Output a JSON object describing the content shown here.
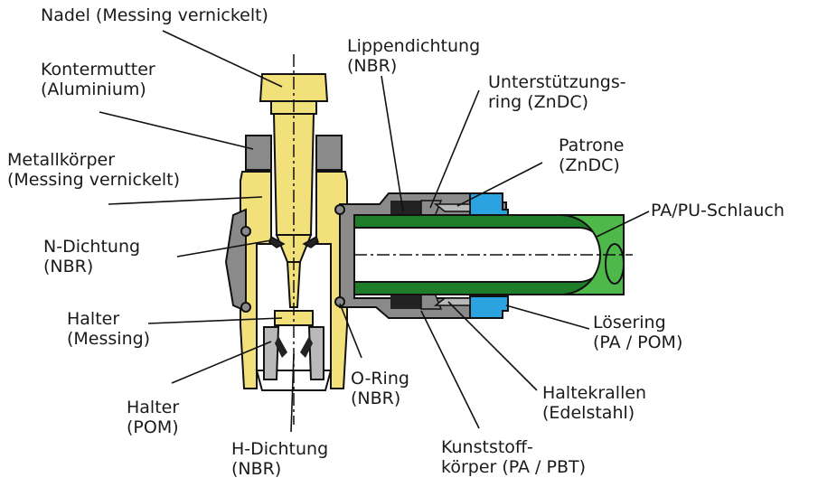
{
  "labels": {
    "nadel": [
      "Nadel (Messing vernickelt)"
    ],
    "kontermutter": [
      "Kontermutter",
      "(Aluminium)"
    ],
    "metallkoerper": [
      "Metallkörper",
      "(Messing vernickelt)"
    ],
    "n_dichtung": [
      "N-Dichtung",
      "(NBR)"
    ],
    "halter_messing": [
      "Halter",
      "(Messing)"
    ],
    "halter_pom": [
      "Halter",
      "(POM)"
    ],
    "h_dichtung": [
      "H-Dichtung",
      "(NBR)"
    ],
    "o_ring": [
      "O-Ring",
      "(NBR)"
    ],
    "lippendichtung": [
      "Lippendichtung",
      "(NBR)"
    ],
    "unterstuetzungsring": [
      "Unterstützungs-",
      "ring (ZnDC)"
    ],
    "patrone": [
      "Patrone",
      "(ZnDC)"
    ],
    "schlauch": [
      "PA/PU-Schlauch"
    ],
    "loesering": [
      "Lösering",
      "(PA / POM)"
    ],
    "haltekrallen": [
      "Haltekrallen",
      "(Edelstahl)"
    ],
    "kunststoffkoerper": [
      "Kunststoff-",
      "körper (PA / PBT)"
    ]
  },
  "colors": {
    "brass": "#f2e07a",
    "brass_dark": "#c8b040",
    "grey": "#8a8a8a",
    "grey_light": "#b9b9b9",
    "black_seal": "#222222",
    "blue_ring": "#2aa3e0",
    "tube_green": "#4fb84a",
    "tube_green_dark": "#1f7d2a",
    "outline": "#111111"
  }
}
